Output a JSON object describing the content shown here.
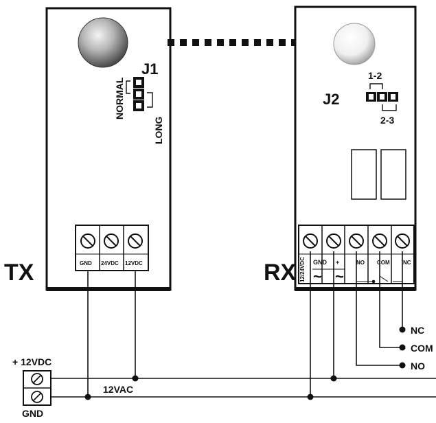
{
  "tx": {
    "label": "TX",
    "jumper": {
      "name": "J1",
      "normal_label": "NORMAL",
      "long_label": "LONG"
    },
    "terminals": [
      "GND",
      "24VDC",
      "12VDC"
    ]
  },
  "rx": {
    "label": "RX",
    "jumper": {
      "name": "J2",
      "pos_a": "1-2",
      "pos_b": "2-3"
    },
    "terminals": [
      "12/24VDC",
      "GND",
      "+",
      "NO",
      "COM",
      "NC"
    ],
    "ac_symbol": "~"
  },
  "outputs": {
    "nc": "NC",
    "com": "COM",
    "no": "NO"
  },
  "supply": {
    "positive": "+ 12VDC",
    "ground": "GND",
    "ac": "12VAC"
  }
}
